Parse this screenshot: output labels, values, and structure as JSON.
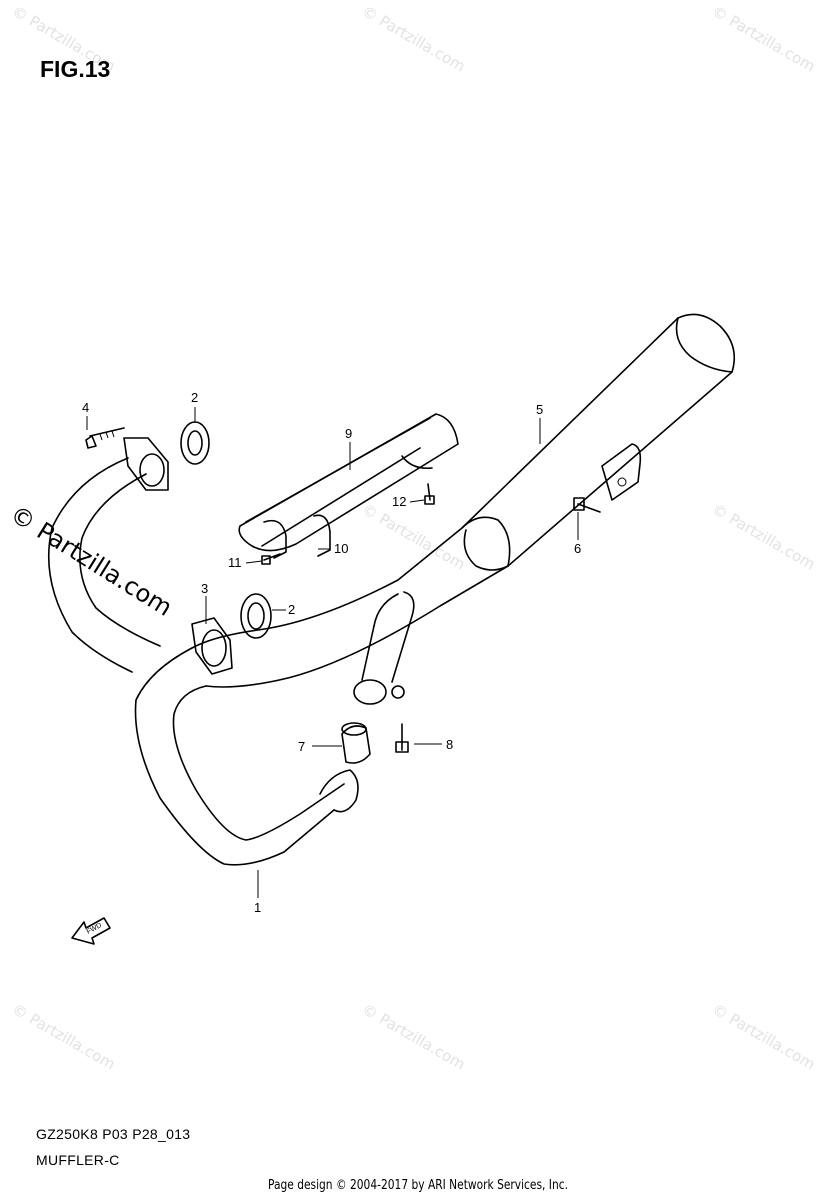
{
  "figure_title": "FIG.13",
  "diagram_code": "GZ250K8 P03 P28_013",
  "diagram_name": "MUFFLER-C",
  "footer": "Page design © 2004-2017 by ARI Network Services, Inc.",
  "watermark": "© Partzilla.com",
  "fwd_label": "FWD",
  "callouts": [
    "1",
    "2",
    "2",
    "3",
    "4",
    "5",
    "6",
    "7",
    "8",
    "9",
    "10",
    "11",
    "12"
  ]
}
